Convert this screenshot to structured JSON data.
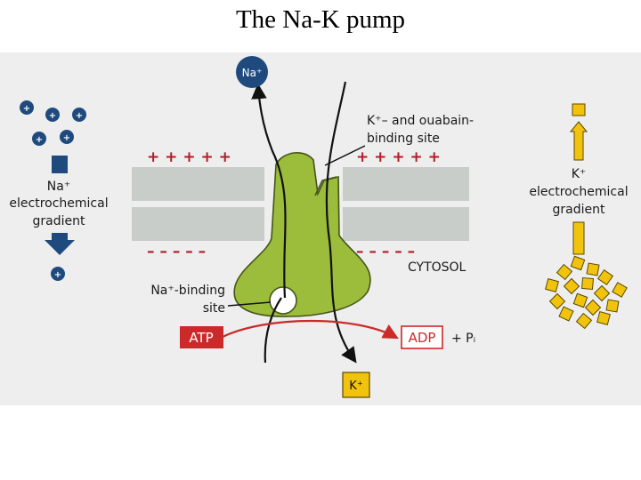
{
  "title": "The Na-K pump",
  "labels": {
    "na_gradient": [
      "Na⁺",
      "electrochemical",
      "gradient"
    ],
    "k_gradient": [
      "K⁺",
      "electrochemical",
      "gradient"
    ],
    "k_site": [
      "K⁺– and ouabain-",
      "binding site"
    ],
    "na_site": [
      "Na⁺-binding",
      "site"
    ],
    "cytosol": "CYTOSOL",
    "atp": "ATP",
    "adp": "ADP",
    "pi": "+ Pᵢ",
    "na_ion": "Na⁺",
    "k_ion": "K⁺",
    "plus_sign": "+",
    "plus_row": "+ + + + +",
    "minus_row": "– – – – –"
  },
  "colors": {
    "na_blue": "#1e4a7d",
    "k_yellow": "#f2c30d",
    "atp_red": "#cc2a2a",
    "protein_green": "#9cbc3c",
    "membrane_gray": "#c9cdc9",
    "panel_bg": "#eeeeee"
  }
}
